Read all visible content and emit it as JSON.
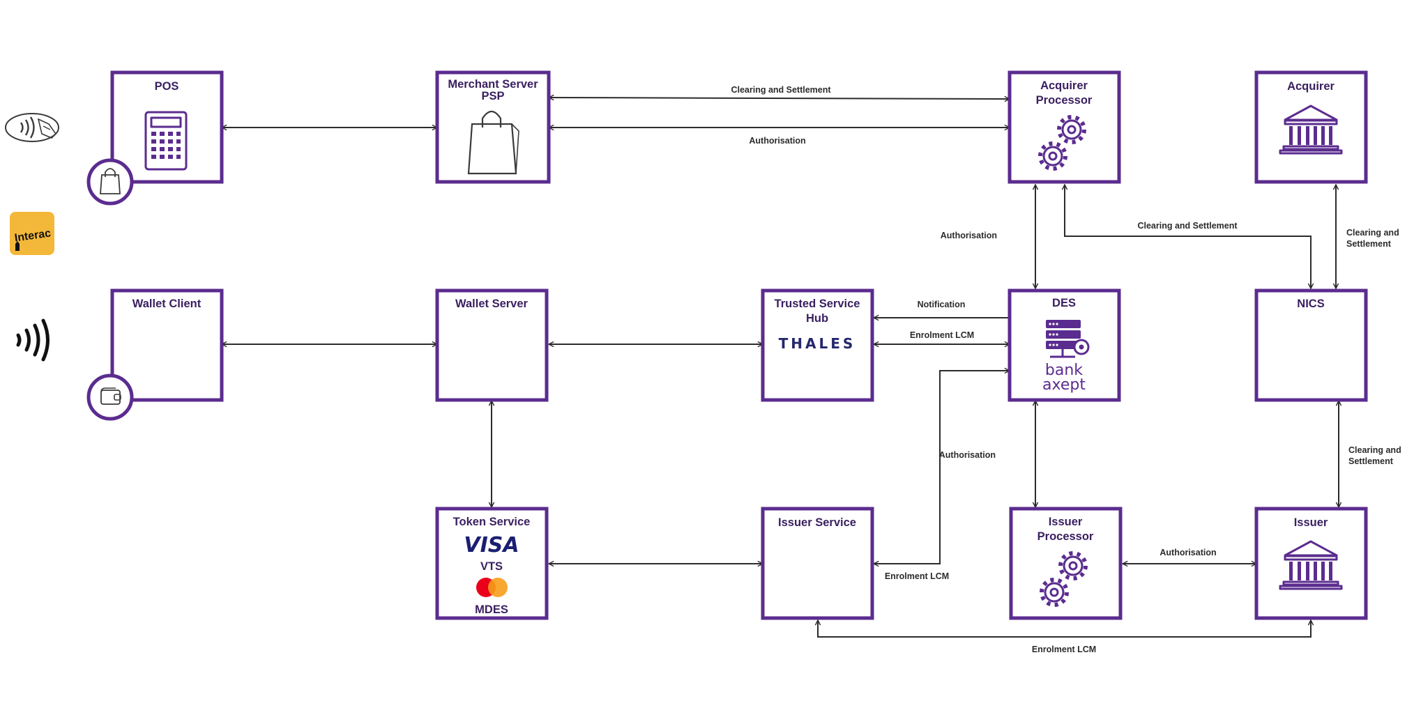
{
  "nodes": {
    "pos": {
      "title": "POS"
    },
    "merchant": {
      "title_1": "Merchant Server",
      "title_2": "PSP"
    },
    "acquirer_processor": {
      "title_1": "Acquirer",
      "title_2": "Processor"
    },
    "acquirer": {
      "title": "Acquirer"
    },
    "wallet_client": {
      "title": "Wallet Client"
    },
    "wallet_server": {
      "title": "Wallet Server"
    },
    "tsh": {
      "title_1": "Trusted Service",
      "title_2": "Hub",
      "logo": "THALES"
    },
    "des": {
      "title": "DES",
      "logo_1": "bank",
      "logo_2": "axept"
    },
    "nics": {
      "title": "NICS"
    },
    "token_service": {
      "title": "Token Service",
      "visa": "VISA",
      "vts": "VTS",
      "mdes": "MDES"
    },
    "issuer_service": {
      "title": "Issuer Service"
    },
    "issuer_processor": {
      "title_1": "Issuer",
      "title_2": "Processor"
    },
    "issuer": {
      "title": "Issuer"
    }
  },
  "edges": {
    "merchant_acq_clearing": "Clearing and Settlement",
    "merchant_acq_auth": "Authorisation",
    "acqproc_des_auth": "Authorisation",
    "acqproc_nics_clearing": "Clearing and Settlement",
    "acquirer_nics_clearing_1": "Clearing and",
    "acquirer_nics_clearing_2": "Settlement",
    "des_tsh_notification": "Notification",
    "tsh_des_enrolment": "Enrolment LCM",
    "des_issproc_auth": "Authorisation",
    "nics_issuer_clearing_1": "Clearing and",
    "nics_issuer_clearing_2": "Settlement",
    "issuer_service_enrolment": "Enrolment LCM",
    "issproc_issuer_auth": "Authorisation",
    "issuer_service_issuer_enrolment": "Enrolment LCM"
  },
  "side_icons": {
    "interac": "Interac"
  },
  "colors": {
    "box_border": "#5b2c8f",
    "title_text": "#3a2060",
    "arrow": "#2b2b2b",
    "interac_yellow": "#f3b839",
    "visa_blue": "#1a1f71",
    "mc_red": "#eb001b",
    "mc_orange": "#f79e1b",
    "thales_navy": "#24276b",
    "bankaxept_purple": "#5b2c8f"
  },
  "icons": [
    "contactless-card-icon",
    "interac-logo",
    "contactless-icon",
    "shopping-bag-icon",
    "wallet-icon",
    "calculator-icon",
    "gears-icon",
    "bank-building-icon",
    "server-icon"
  ]
}
